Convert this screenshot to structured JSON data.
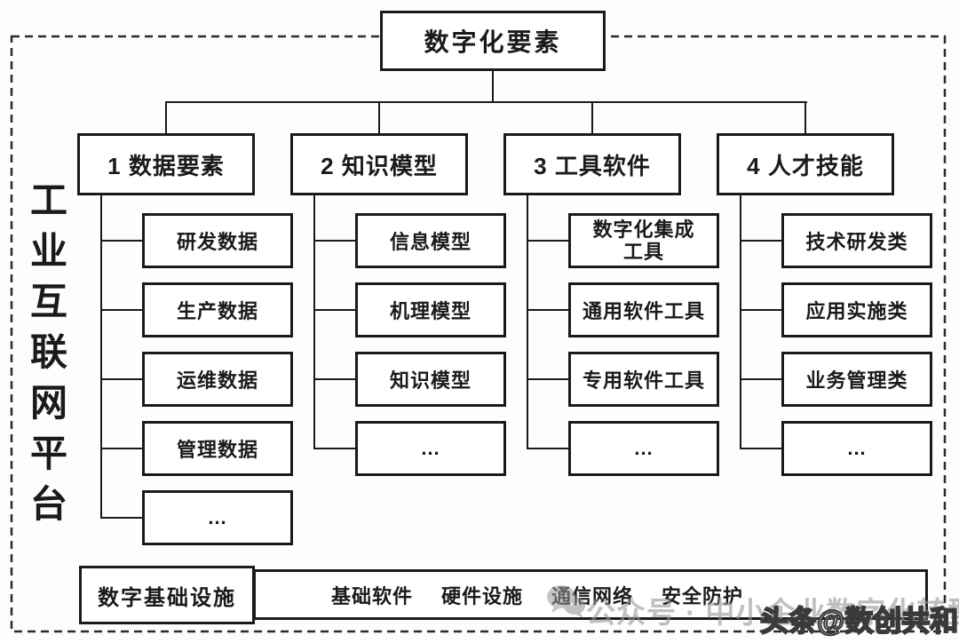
{
  "diagram": {
    "title": "数字化要素",
    "side_label": "工业互联网平台",
    "columns": [
      {
        "label": "1 数据要素",
        "children": [
          "研发数据",
          "生产数据",
          "运维数据",
          "管理数据",
          "..."
        ]
      },
      {
        "label": "2 知识模型",
        "children": [
          "信息模型",
          "机理模型",
          "知识模型",
          "..."
        ]
      },
      {
        "label": "3 工具软件",
        "children": [
          "数字化集成工具",
          "通用软件工具",
          "专用软件工具",
          "..."
        ]
      },
      {
        "label": "4 人才技能",
        "children": [
          "技术研发类",
          "应用实施类",
          "业务管理类",
          "..."
        ]
      }
    ],
    "foundation": {
      "label": "数字基础设施",
      "items": [
        "基础软件",
        "硬件设施",
        "通信网络",
        "安全防护"
      ]
    }
  },
  "watermark": {
    "light_text": "公众号 · 中小企业数字化转型",
    "dark_text": "头条@数创共和",
    "icon": "wechat-icon"
  },
  "colors": {
    "line": "#1a1a1a",
    "frame_dash": "#2b2b2b",
    "background": "#fdfdfd",
    "watermark_light": "#969696",
    "watermark_dark": "#3a3a3a"
  }
}
